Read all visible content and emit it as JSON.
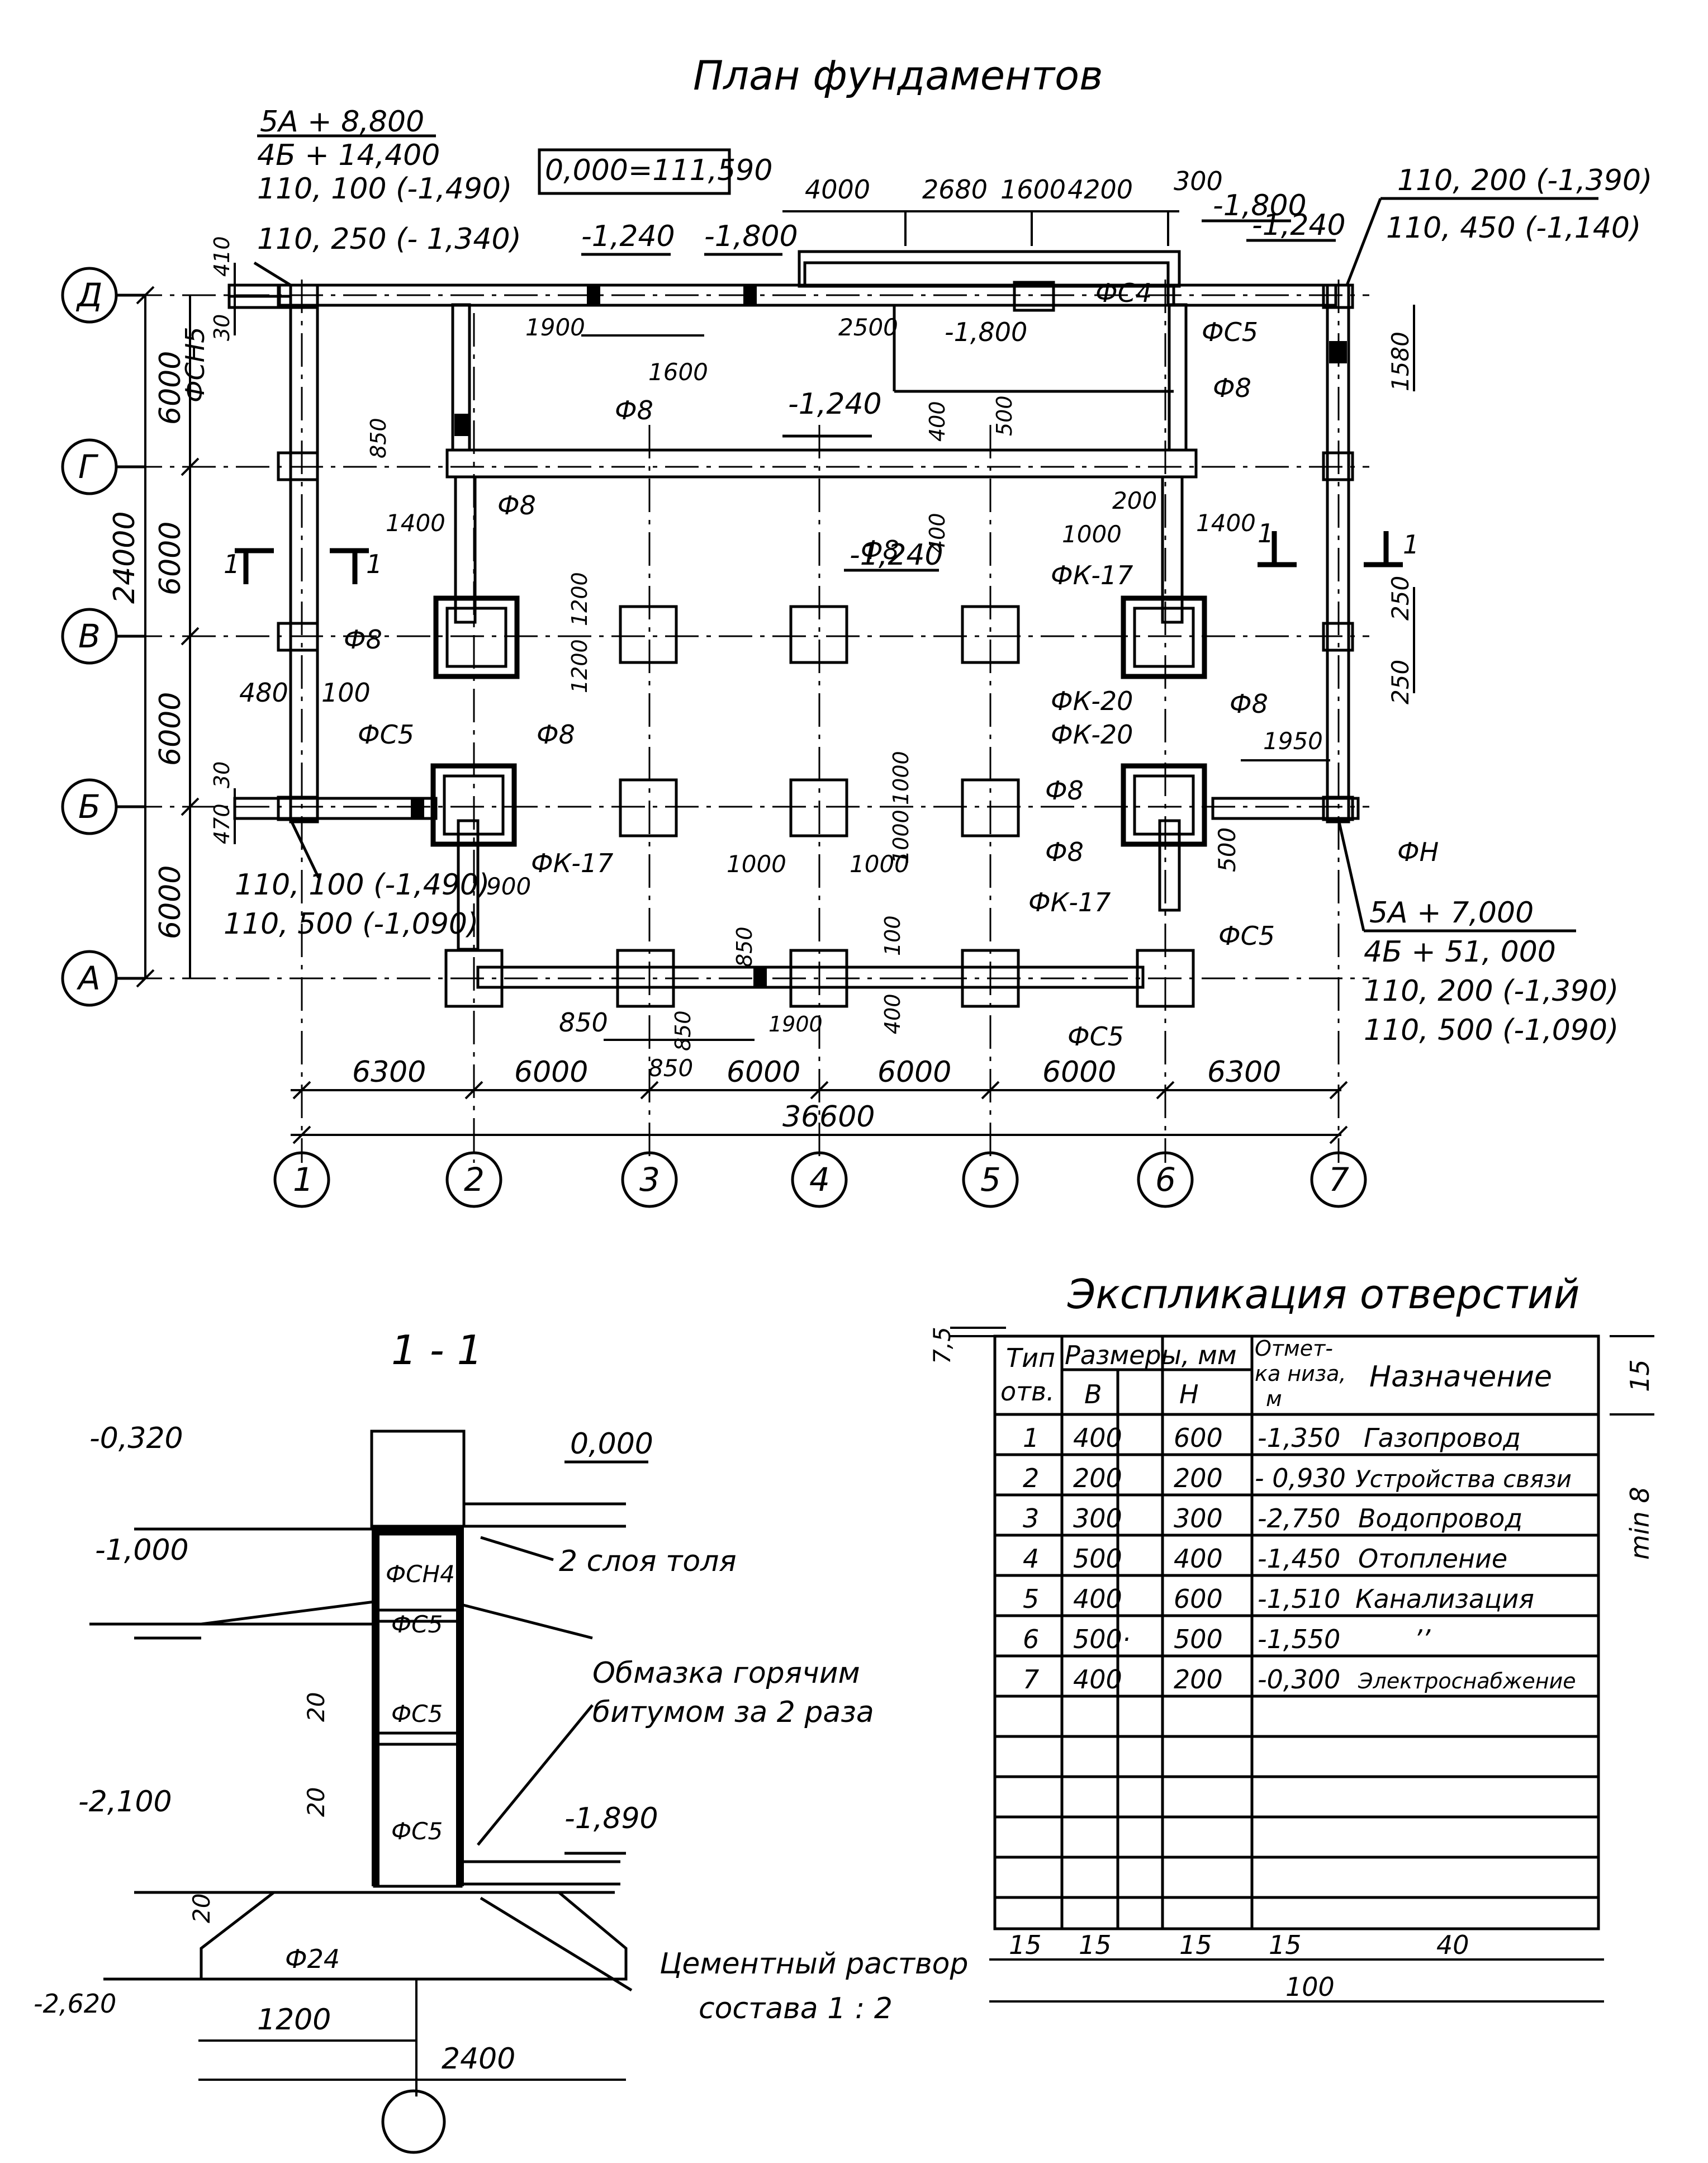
{
  "plan": {
    "title": "План фундаментов",
    "zero_mark": "0,000=111,590",
    "grid_rows": [
      "Д",
      "Г",
      "В",
      "Б",
      "А"
    ],
    "grid_cols": [
      "1",
      "2",
      "3",
      "4",
      "5",
      "6",
      "7"
    ],
    "left_dims": {
      "total": "24000",
      "d1": "6000",
      "d2": "6000",
      "d3": "6000",
      "d4": "6000",
      "s410": "410",
      "s30a": "30",
      "s30b": "30",
      "s470": "470",
      "s480": "480",
      "s100": "100"
    },
    "bottom_dims": {
      "d1": "6300",
      "d2": "6000",
      "d3": "6000",
      "d4": "6000",
      "d5": "6000",
      "d6": "6300",
      "total": "36600",
      "d850a": "850",
      "d850b": "850",
      "d850c": "850",
      "d850d": "850",
      "d1900": "1900",
      "d400": "400",
      "d100": "100"
    },
    "top_dims": {
      "d4000": "4000",
      "d2680": "2680",
      "d1600": "1600",
      "d4200": "4200",
      "d300": "300",
      "d1900": "1900",
      "d2500": "2500",
      "d1600b": "1600",
      "d500": "500",
      "d400a": "400",
      "d400b": "400",
      "d850": "850"
    },
    "right_dims": {
      "d1580": "1580",
      "d250a": "250",
      "d250b": "250",
      "d1950": "1950",
      "d500": "500",
      "d200": "200",
      "d1000": "1000",
      "d1400b": "1400"
    },
    "inner_dims": {
      "d1400": "1400",
      "d1200a": "1200",
      "d1200b": "1200",
      "d900": "900",
      "d1000a": "1000",
      "d1000b": "1000",
      "d1000c": "1000",
      "d1000d": "1000"
    },
    "marks": {
      "tl1": "5А + 8,800",
      "tl2": "4Б + 14,400",
      "tl3": "110, 100 (-1,490)",
      "tl4": "110, 250 (- 1,340)",
      "tr1": "110, 200 (-1,390)",
      "tr2": "110, 450 (-1,140)",
      "br1": "5А + 7,000",
      "br2": "4Б + 51, 000",
      "br3": "110, 200 (-1,390)",
      "br4": "110, 500 (-1,090)",
      "bl1": "110, 100 (-1,490)",
      "bl2": "110, 500 (-1,090)",
      "e1240a": "-1,240",
      "e1800a": "-1,800",
      "e1800b": "-1,800",
      "e1240b": "-1,240",
      "e1800c": "-1,800",
      "e1240c": "-1,240",
      "e1240d": "-1,240"
    },
    "labels": {
      "fsn5": "ФСН5",
      "fs4": "ФС4",
      "fs5a": "ФС5",
      "fs5b": "ФС5",
      "fs5c": "ФС5",
      "fs5d": "ФС5",
      "f8a": "Ф8",
      "f8b": "Ф8",
      "f8c": "Ф8",
      "f8d": "Ф8",
      "f8e": "Ф8",
      "f8f": "Ф8",
      "f8g": "Ф8",
      "f8h": "Ф8",
      "f8i": "Ф8",
      "fk17a": "ФК-17",
      "fk17b": "ФК-17",
      "fk17c": "ФК-17",
      "fk20a": "ФК-20",
      "fk20b": "ФК-20",
      "fn": "ФН",
      "sec_a": "1",
      "sec_b": "1",
      "sec_c": "1",
      "sec_d": "1"
    }
  },
  "section": {
    "title": "1 - 1",
    "e0000": "0,000",
    "e0320": "-0,320",
    "e1000": "-1,000",
    "e2100": "-2,100",
    "e1890": "-1,890",
    "e2620": "-2,620",
    "fsn4": "ФСН4",
    "fs5a": "ФС5",
    "fs5b": "ФС5",
    "fs5c": "ФС5",
    "f24": "Ф24",
    "tol": "2 слоя толя",
    "bitum1": "Обмазка горячим",
    "bitum2": "битумом за 2 раза",
    "cem1": "Цементный раствор",
    "cem2": "состава 1 : 2",
    "d20a": "20",
    "d20b": "20",
    "d20c": "20",
    "d1200": "1200",
    "d2400": "2400"
  },
  "table": {
    "title": "Экспликация отверстий",
    "h_type1": "Тип",
    "h_type2": "отв.",
    "h_size": "Размеры, мм",
    "h_b": "В",
    "h_h": "Н",
    "h_mark1": "Отмет-",
    "h_mark2": "ка низа,",
    "h_mark3": "м",
    "h_purpose": "Назначение",
    "rows": [
      [
        "1",
        "400",
        "600",
        "-1,350",
        "Газопровод"
      ],
      [
        "2",
        "200",
        "200",
        "- 0,930",
        "Устройства связи"
      ],
      [
        "3",
        "300",
        "300",
        "-2,750",
        "Водопровод"
      ],
      [
        "4",
        "500",
        "400",
        "-1,450",
        "Отопление"
      ],
      [
        "5",
        "400",
        "600",
        "-1,510",
        "Канализация"
      ],
      [
        "6",
        "500·",
        "500",
        "-1,550",
        "’’"
      ],
      [
        "7",
        "400",
        "200",
        "-0,300",
        "Электроснабжение"
      ]
    ],
    "w1": "15",
    "w2": "15",
    "w3": "15",
    "w4": "15",
    "w5": "40",
    "total": "100",
    "h75": "7,5",
    "h15": "15",
    "hmin": "min 8"
  }
}
